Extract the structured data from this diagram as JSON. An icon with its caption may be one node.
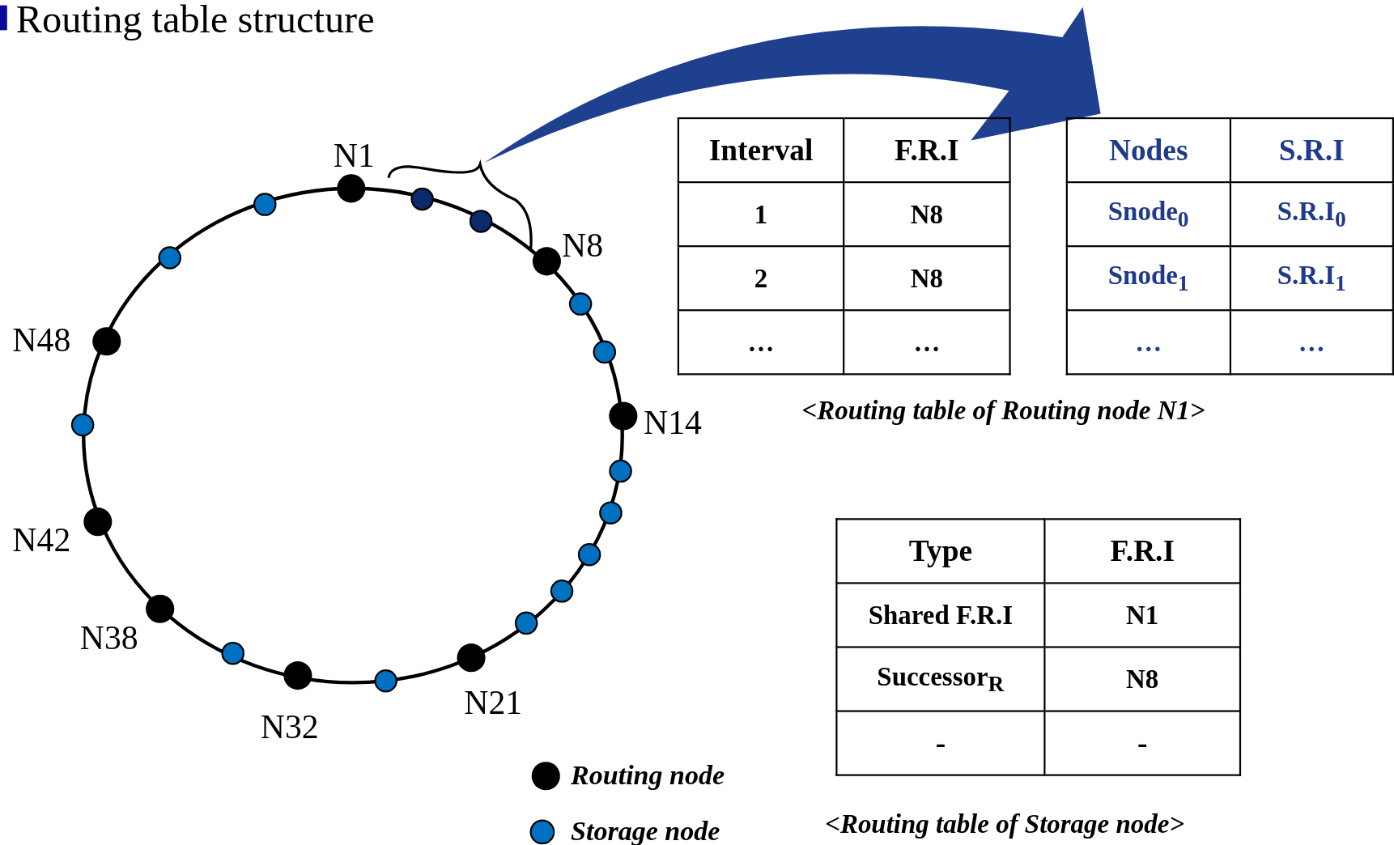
{
  "diagram": {
    "title": "Routing table structure",
    "labels": [
      "N1",
      "N8",
      "N48",
      "N14",
      "N42",
      "N38",
      "N21",
      "N32",
      "Interval",
      "F.R.I",
      "Nodes",
      "S.R.I",
      "1",
      "N8",
      "Snode$_{0}$",
      "S.R.I$_{0}$",
      "2",
      "N8",
      "Snode$_{1}$",
      "S.R.I$_{1}$",
      "…",
      "…",
      "…",
      "…",
      "<Routing table of Routing node N1>",
      "Type",
      "F.R.I",
      "Shared F.R.I",
      "N1",
      "Successor$_{R}$",
      "N8",
      "-",
      "-",
      "<Routing table of Storage node>"
    ],
    "legend": [
      {
        "text": "Routing node",
        "color": "#000000"
      },
      {
        "text": "Storage node",
        "color": "#0070c0"
      }
    ]
  }
}
